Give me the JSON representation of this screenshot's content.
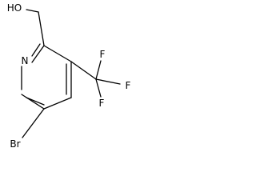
{
  "structure": {
    "atoms": {
      "hydroxyl": "HO",
      "ring_nitrogen": "N",
      "fluorine_1": "F",
      "fluorine_2": "F",
      "fluorine_3": "F",
      "bromine": "Br"
    },
    "colors": {
      "line": "#000000",
      "label": "#000000",
      "background": "#ffffff"
    }
  }
}
